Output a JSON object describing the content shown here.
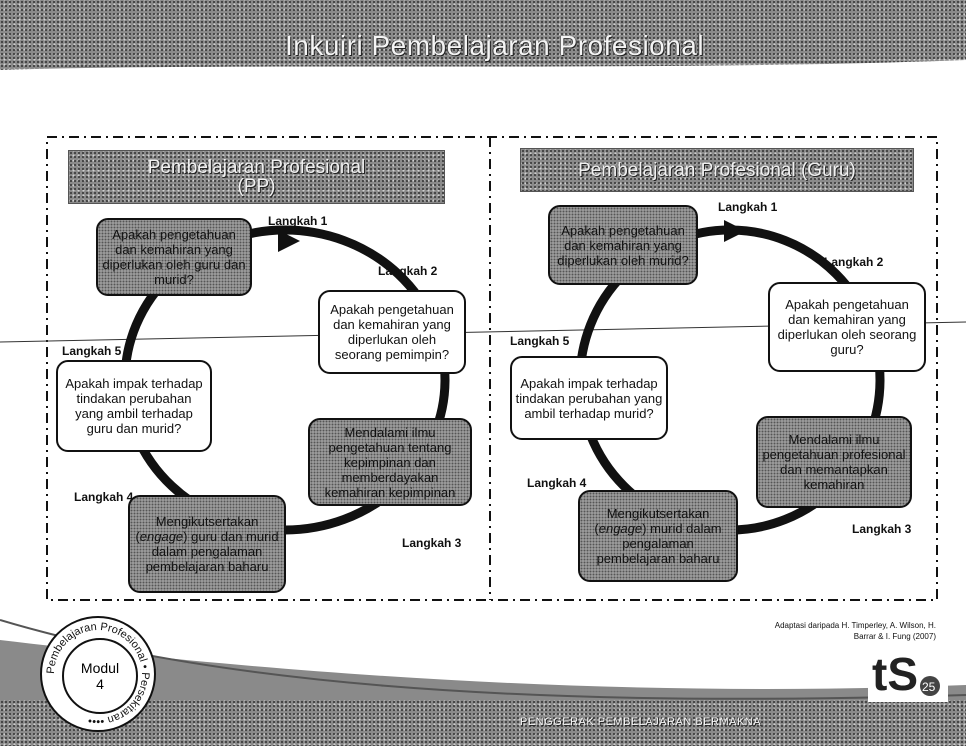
{
  "title": "Inkuiri Pembelajaran Profesional",
  "left_panel": {
    "title_line1": "Pembelajaran Profesional",
    "title_line2": "(PP)",
    "boxes": [
      "Apakah pengetahuan dan kemahiran yang diperlukan oleh guru dan murid?",
      "Apakah pengetahuan dan kemahiran yang diperlukan oleh seorang pemimpin?",
      "Mendalami ilmu pengetahuan tentang kepimpinan dan memberdayakan kemahiran kepimpinan",
      "Mengikutsertakan (engage) guru dan murid dalam pengalaman pembelajaran baharu",
      "Apakah impak terhadap tindakan perubahan yang ambil terhadap guru dan murid?"
    ],
    "engage_prefix": "Mengikutsertakan (",
    "engage_word": "engage",
    "engage_suffix": ") guru dan murid dalam pengalaman pembelajaran baharu"
  },
  "right_panel": {
    "title": "Pembelajaran Profesional (Guru)",
    "boxes": [
      "Apakah pengetahuan dan kemahiran yang diperlukan oleh murid?",
      "Apakah pengetahuan dan kemahiran yang diperlukan oleh seorang guru?",
      "Mendalami ilmu pengetahuan profesional dan memantapkan kemahiran",
      "Mengikutsertakan (engage) murid dalam pengalaman pembelajaran baharu",
      "Apakah impak terhadap tindakan perubahan yang ambil terhadap murid?"
    ],
    "engage_prefix": "Mengikutsertakan (",
    "engage_word": "engage",
    "engage_suffix": ") murid dalam pengalaman pembelajaran baharu"
  },
  "steps": [
    "Langkah 1",
    "Langkah 2",
    "Langkah 3",
    "Langkah 4",
    "Langkah 5"
  ],
  "credit_line1": "Adaptasi daripada H. Timperley, A. Wilson, H.",
  "credit_line2": "Barrar & I. Fung  (2007)",
  "badge": {
    "ring_text": "Pembelajaran Profesional • Persekitaran ••••",
    "label": "Modul",
    "number": "4"
  },
  "footer_text": "PENGGERAK PEMBELAJARAN BERMAKNA",
  "logo": {
    "text": "tS",
    "number": "25"
  }
}
